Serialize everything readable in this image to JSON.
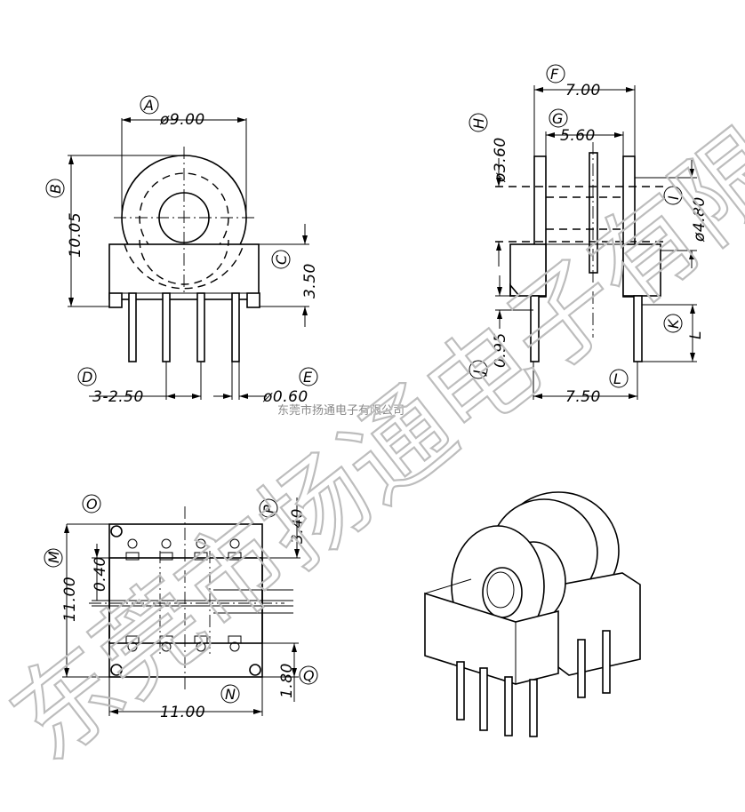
{
  "dimensions": {
    "A": "ø9.00",
    "B": "10.05",
    "C": "3.50",
    "D": "3-2.50",
    "E": "ø0.60",
    "F": "7.00",
    "G": "5.60",
    "H": "ø3.60",
    "I": "ø4.80",
    "J": "0.95",
    "K": "L",
    "L": "7.50",
    "M": "11.00",
    "M2": "0.40",
    "N": "11.00",
    "P": "3.40",
    "Q": "1.80"
  },
  "labels": [
    "A",
    "B",
    "C",
    "D",
    "E",
    "F",
    "G",
    "H",
    "I",
    "J",
    "K",
    "L",
    "M",
    "N",
    "O",
    "P",
    "Q"
  ],
  "watermark": {
    "large": "东莞市扬通电子有限公司",
    "small": "东莞市扬通电子有限公司"
  }
}
